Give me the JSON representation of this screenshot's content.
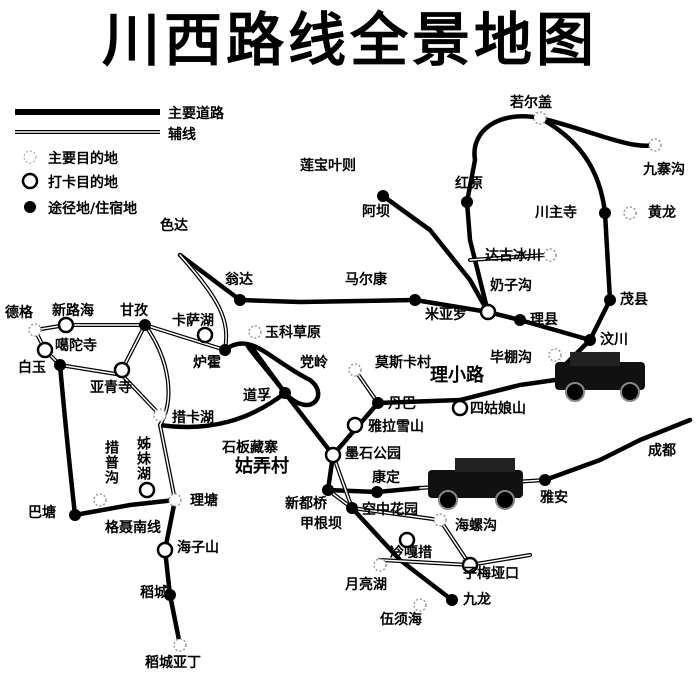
{
  "title": "川西路线全景地图",
  "legend": {
    "main_road": "主要道路",
    "branch_road": "辅线",
    "major_destination": "主要目的地",
    "checkin_destination": "打卡目的地",
    "stopover": "途径地/住宿地"
  },
  "places": {
    "ruoergai": "若尔盖",
    "jiuzhaigou": "九寨沟",
    "lianbaoyeze": "莲宝叶则",
    "hongyuan": "红原",
    "aba": "阿坝",
    "chuanzhusi": "川主寺",
    "huanglong": "黄龙",
    "seda": "色达",
    "dagubingchuan": "达古冰川",
    "naizigou": "奶子沟",
    "wengda": "翁达",
    "maerkang": "马尔康",
    "maoxian": "茂县",
    "miyaluo": "米亚罗",
    "lixian": "理县",
    "wenchuan": "汶川",
    "dege": "德格",
    "xinluhai": "新路海",
    "ganzi": "甘孜",
    "kasahu": "卡萨湖",
    "gatuosi": "噶陀寺",
    "baiyu": "白玉",
    "yaqingsi": "亚青寺",
    "luhuo": "炉霍",
    "yukecaoyuan": "玉科草原",
    "dangling": "党岭",
    "mosikacun": "莫斯卡村",
    "bipenggou": "毕棚沟",
    "lixiaolu": "理小路",
    "daofu": "道孚",
    "danba": "丹巴",
    "siguniangshan": "四姑娘山",
    "cuokahu": "措卡湖",
    "yalaxueshan": "雅拉雪山",
    "chengdu": "成都",
    "shibanzangzhai": "石板藏寨",
    "gunongcun": "姑弄村",
    "moshigongyuan": "墨石公园",
    "cuopugou": "措普沟",
    "zimeihu": "姊妹湖",
    "kangding": "康定",
    "xindouqiao": "新都桥",
    "yaan": "雅安",
    "batang": "巴塘",
    "litang": "理塘",
    "jiagenba": "甲根坝",
    "kongzhonghuayuan": "空中花园",
    "genienanxian": "格聂南线",
    "hailuogou": "海螺沟",
    "lenggacuo": "冷嘎措",
    "zimeiyakou": "子梅垭口",
    "haizishan": "海子山",
    "yuelianghu": "月亮湖",
    "jiulong": "九龙",
    "daocheng": "稻城",
    "wuxuhai": "伍须海",
    "daochengyading": "稻城亚丁"
  }
}
